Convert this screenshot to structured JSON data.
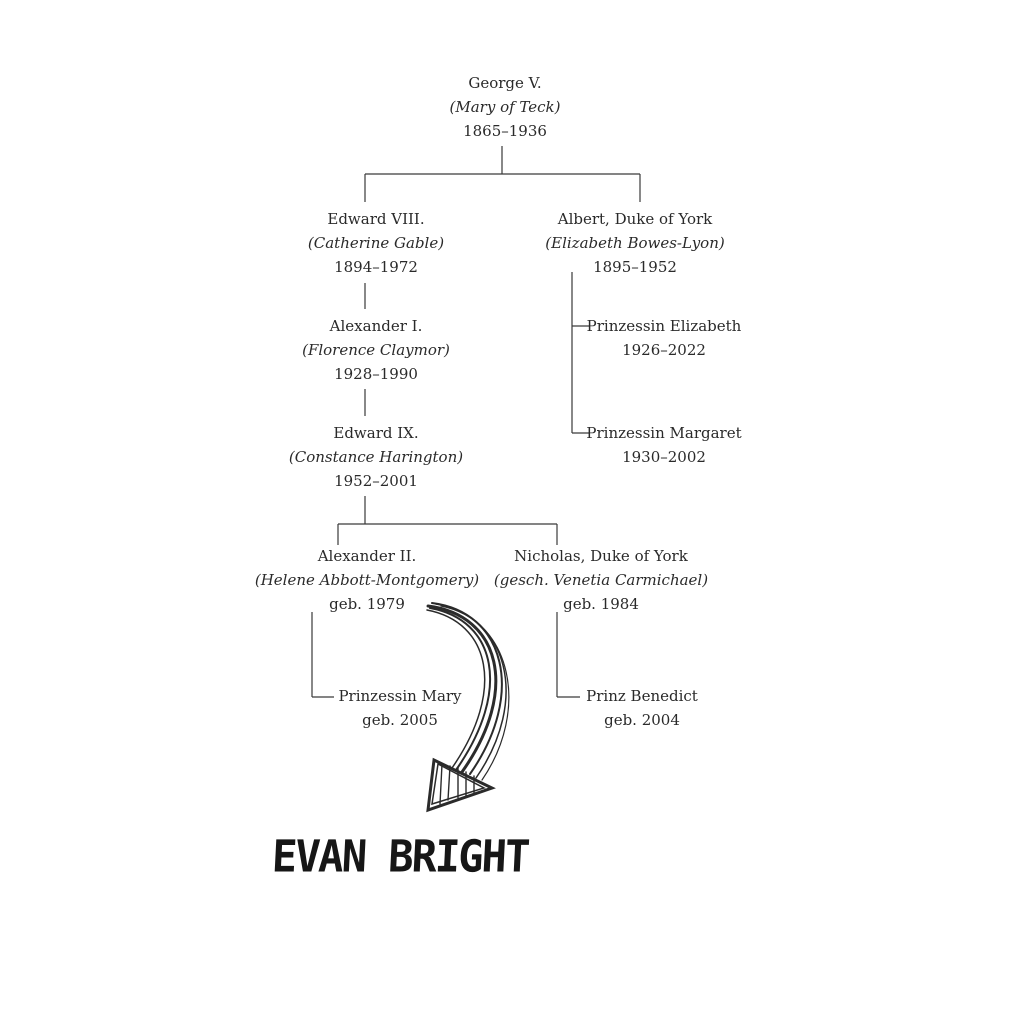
{
  "people": {
    "george_v": {
      "name": "George V.",
      "spouse": "(Mary of Teck)",
      "dates": "1865–1936"
    },
    "edward_viii": {
      "name": "Edward VIII.",
      "spouse": "(Catherine Gable)",
      "dates": "1894–1972"
    },
    "albert": {
      "name": "Albert, Duke of York",
      "spouse": "(Elizabeth Bowes-Lyon)",
      "dates": "1895–1952"
    },
    "alexander_i": {
      "name": "Alexander I.",
      "spouse": "(Florence Claymor)",
      "dates": "1928–1990"
    },
    "elizabeth": {
      "name": "Prinzessin Elizabeth",
      "dates": "1926–2022"
    },
    "margaret": {
      "name": "Prinzessin Margaret",
      "dates": "1930–2002"
    },
    "edward_ix": {
      "name": "Edward IX.",
      "spouse": "(Constance Harington)",
      "dates": "1952–2001"
    },
    "alexander_ii": {
      "name": "Alexander II.",
      "spouse": "(Helene Abbott-Montgomery)",
      "dates": "geb. 1979"
    },
    "nicholas": {
      "name": "Nicholas, Duke of York",
      "spouse": "(gesch. Venetia Carmichael)",
      "dates": "geb. 1984"
    },
    "mary": {
      "name": "Prinzessin Mary",
      "dates": "geb. 2005"
    },
    "benedict": {
      "name": "Prinz Benedict",
      "dates": "geb. 2004"
    }
  },
  "annotation": {
    "text": "EVAN BRIGHT"
  }
}
